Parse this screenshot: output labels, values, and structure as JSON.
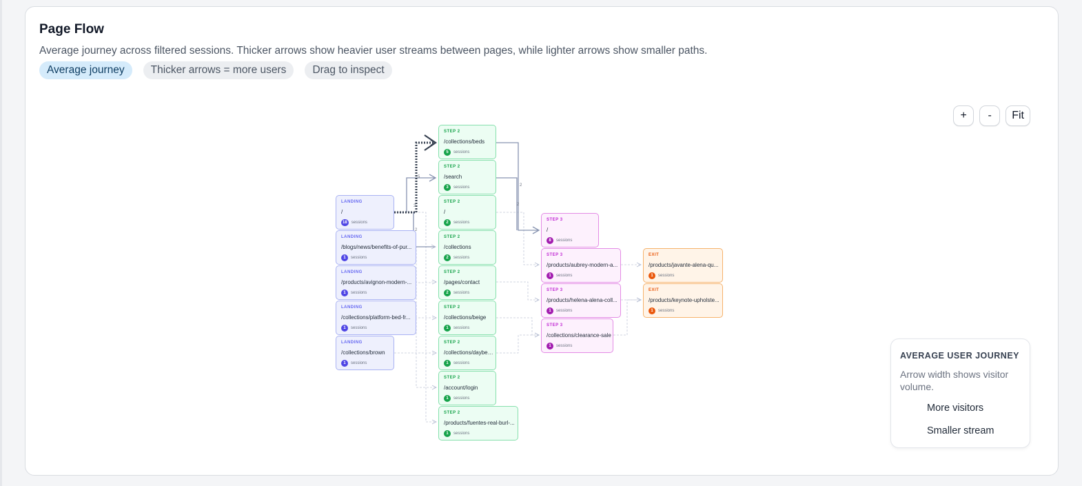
{
  "header": {
    "title": "Page Flow",
    "subtitle": "Average journey across filtered sessions. Thicker arrows show heavier user streams between pages, while lighter arrows show smaller paths."
  },
  "pills": [
    "Average journey",
    "Thicker arrows = more users",
    "Drag to inspect"
  ],
  "zoom": {
    "in": "+",
    "out": "-",
    "fit": "Fit"
  },
  "unit_label": "sessions",
  "nodes": [
    {
      "id": "l1",
      "stage": "LANDING",
      "path": "/",
      "count": "18"
    },
    {
      "id": "l2",
      "stage": "LANDING",
      "path": "/blogs/news/benefits-of-pur...",
      "count": "1"
    },
    {
      "id": "l3",
      "stage": "LANDING",
      "path": "/products/avignon-modern-...",
      "count": "1"
    },
    {
      "id": "l4",
      "stage": "LANDING",
      "path": "/collections/platform-bed-fr...",
      "count": "1"
    },
    {
      "id": "l5",
      "stage": "LANDING",
      "path": "/collections/brown",
      "count": "1"
    },
    {
      "id": "s1",
      "stage": "STEP 2",
      "path": "/collections/beds",
      "count": "5"
    },
    {
      "id": "s2",
      "stage": "STEP 2",
      "path": "/search",
      "count": "3"
    },
    {
      "id": "s3",
      "stage": "STEP 2",
      "path": "/",
      "count": "2"
    },
    {
      "id": "s4",
      "stage": "STEP 2",
      "path": "/collections",
      "count": "2"
    },
    {
      "id": "s5",
      "stage": "STEP 2",
      "path": "/pages/contact",
      "count": "2"
    },
    {
      "id": "s6",
      "stage": "STEP 2",
      "path": "/collections/beige",
      "count": "1"
    },
    {
      "id": "s7",
      "stage": "STEP 2",
      "path": "/collections/daybeds",
      "count": "1"
    },
    {
      "id": "s8",
      "stage": "STEP 2",
      "path": "/account/login",
      "count": "1"
    },
    {
      "id": "s9",
      "stage": "STEP 2",
      "path": "/products/fuentes-real-burl-...",
      "count": "1"
    },
    {
      "id": "t1",
      "stage": "STEP 3",
      "path": "/",
      "count": "8"
    },
    {
      "id": "t2",
      "stage": "STEP 3",
      "path": "/products/aubrey-modern-a...",
      "count": "1"
    },
    {
      "id": "t3",
      "stage": "STEP 3",
      "path": "/products/helena-alena-coll...",
      "count": "1"
    },
    {
      "id": "t4",
      "stage": "STEP 3",
      "path": "/collections/clearance-sale",
      "count": "1"
    },
    {
      "id": "e1",
      "stage": "EXIT",
      "path": "/products/javante-alena-qu...",
      "count": "1"
    },
    {
      "id": "e2",
      "stage": "EXIT",
      "path": "/products/keynote-upholste...",
      "count": "1"
    }
  ],
  "edge_labels": [
    "5",
    "3",
    "2",
    "2",
    "2"
  ],
  "legend": {
    "title": "AVERAGE USER JOURNEY",
    "desc": "Arrow width shows visitor volume.",
    "more": "More visitors",
    "smaller": "Smaller stream"
  },
  "colors": {
    "landing": "#6366f1",
    "step2": "#16a34a",
    "step3": "#c026d3",
    "exit": "#ea580c",
    "arrow_heavy": "#374151",
    "arrow_light": "#8793b0"
  }
}
